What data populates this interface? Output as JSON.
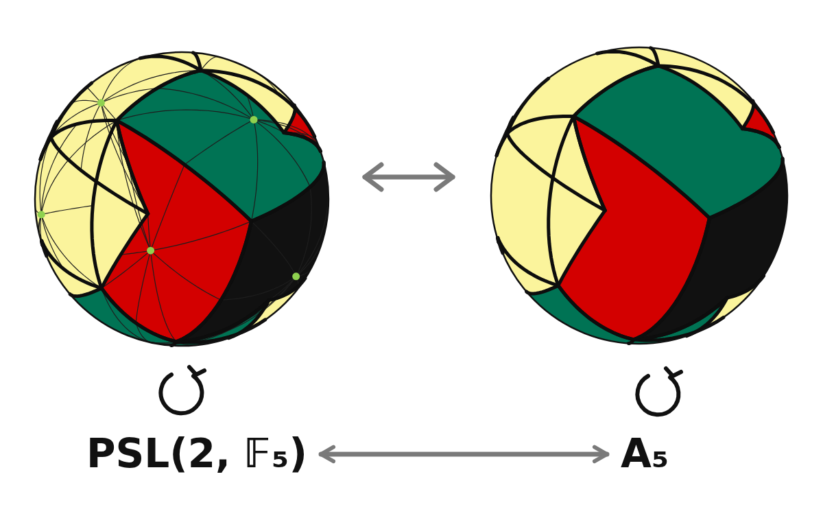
{
  "diagram": {
    "nodes": [
      {
        "text": [
          "PSL(2, 𝔽₅)"
        ]
      },
      {
        "text": [
          "A₅"
        ]
      }
    ],
    "edges": [
      {
        "from": 0,
        "to": 1,
        "arrow": "both"
      }
    ]
  }
}
